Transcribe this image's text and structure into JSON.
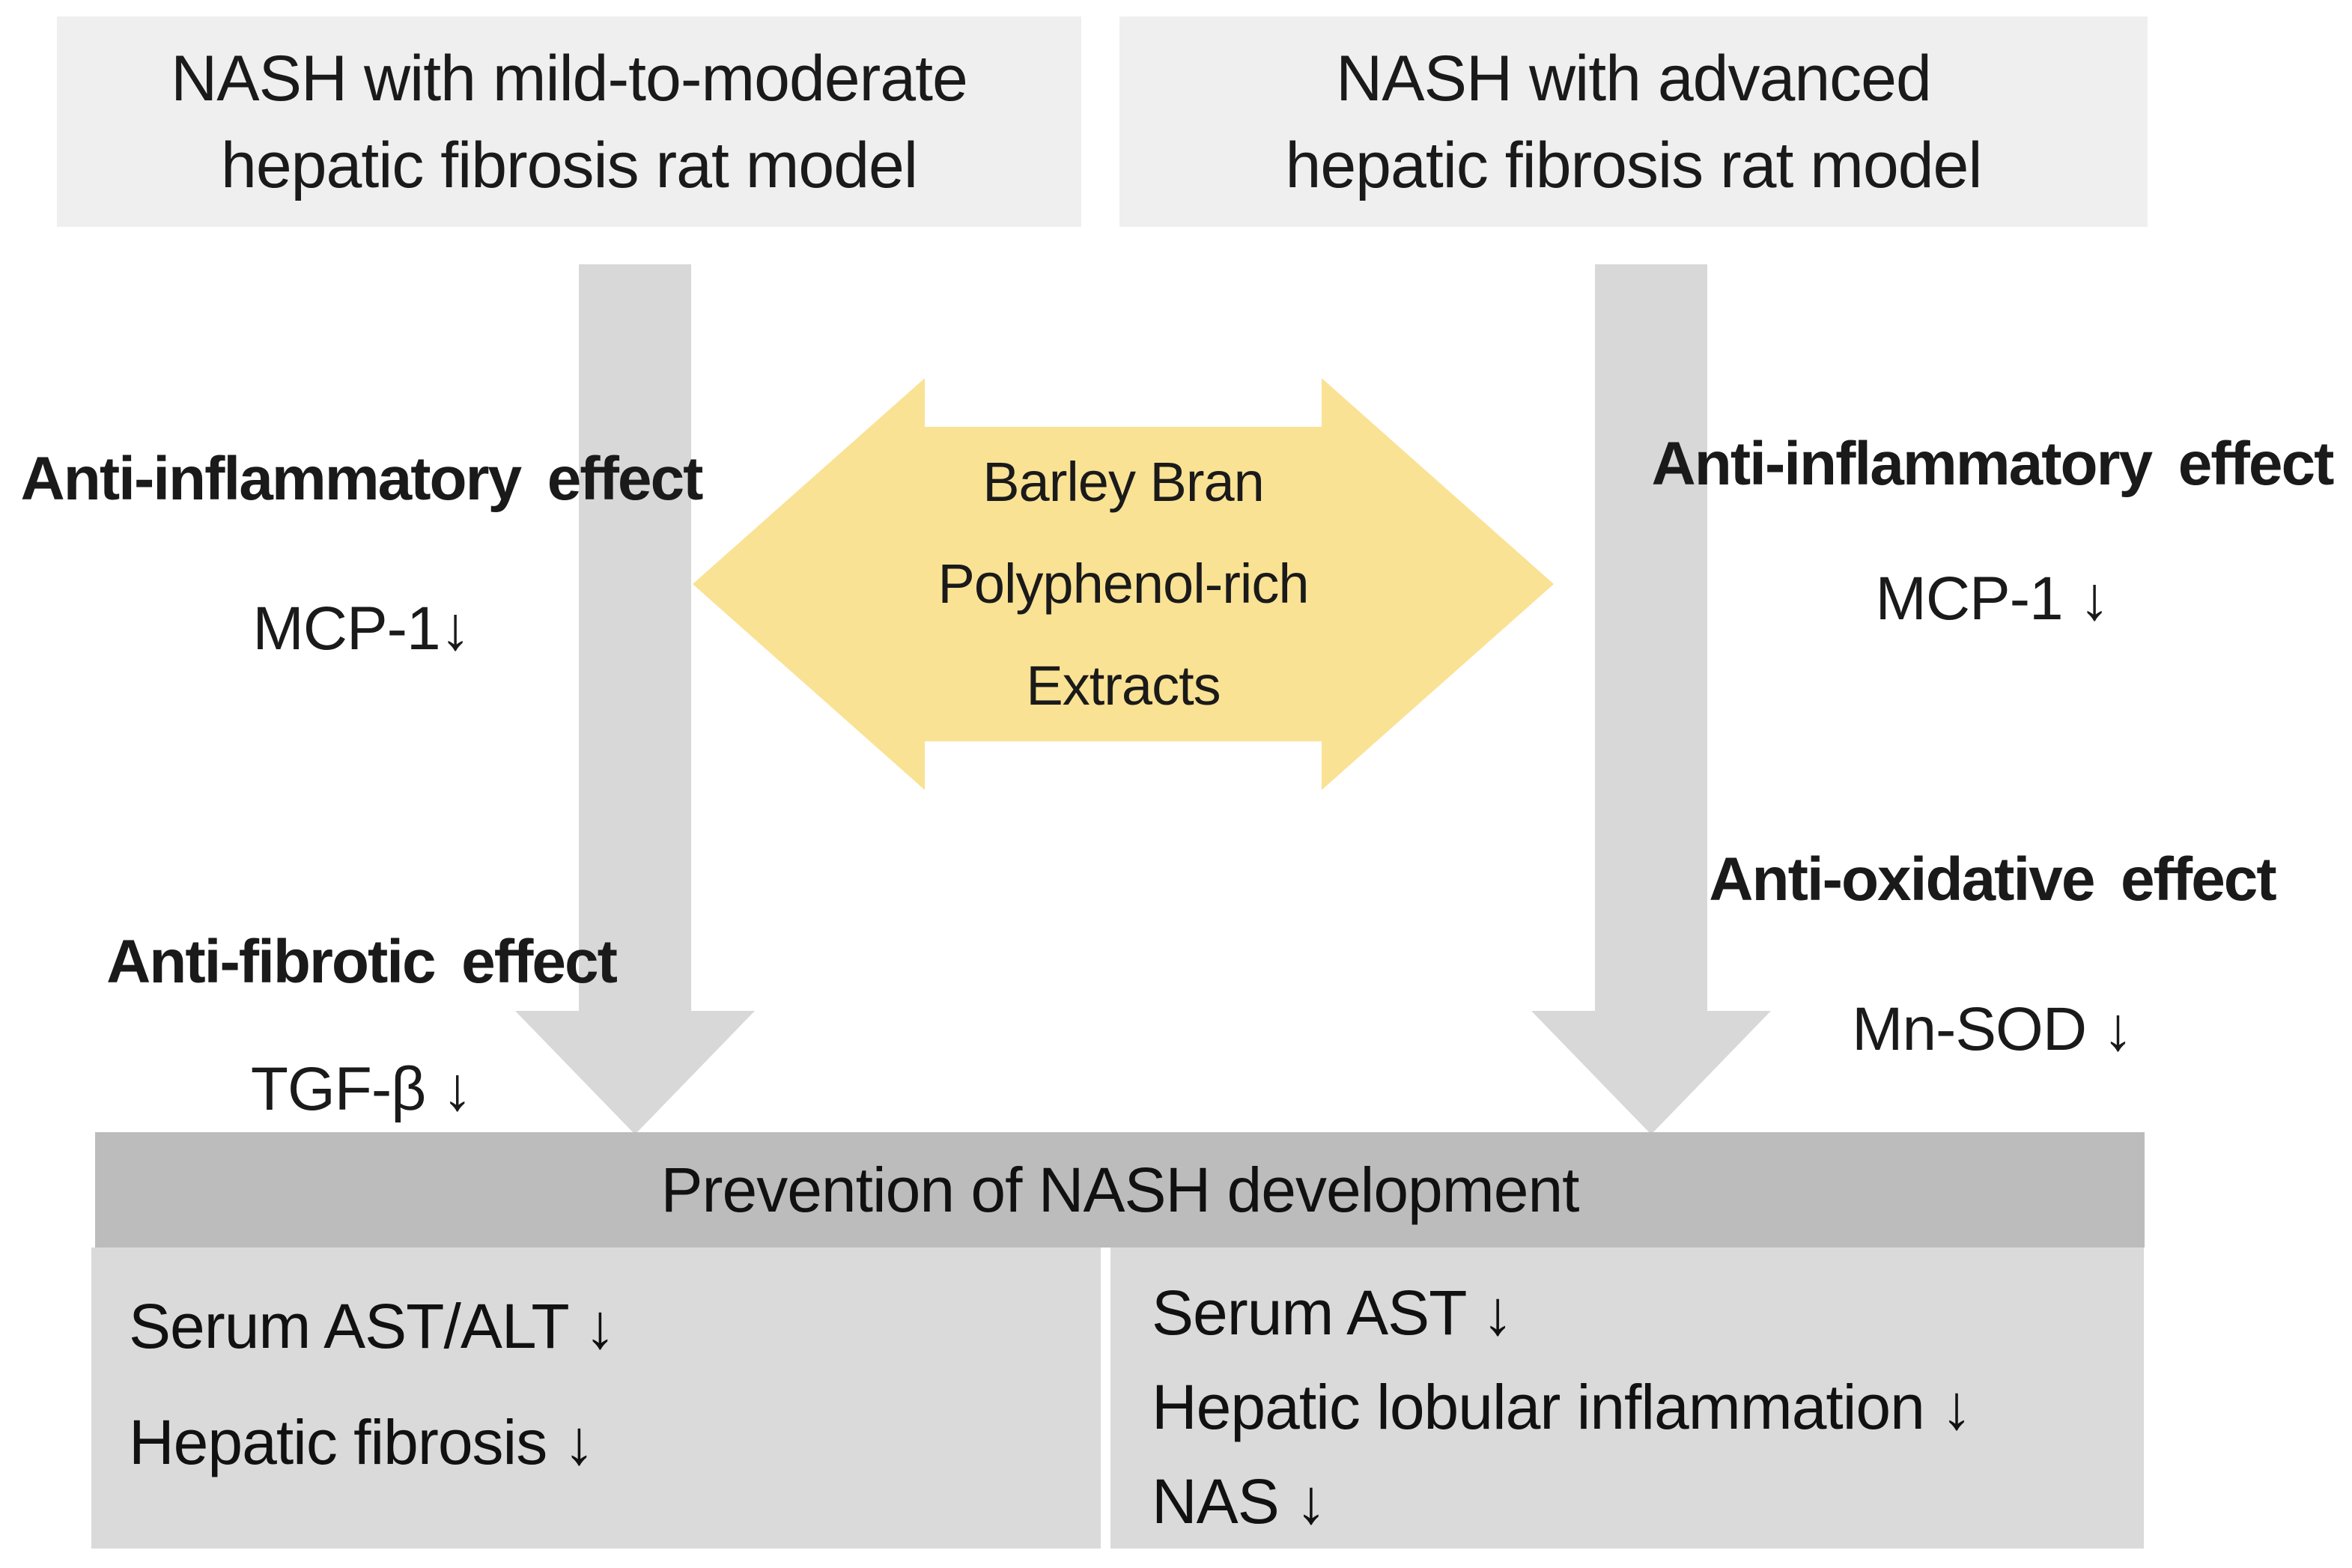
{
  "colors": {
    "background": "#ffffff",
    "model_box_gray": "#f0efef",
    "arrow_gray": "#d8d8d8",
    "extract_yellow": "#fae294",
    "outcome_header_gray": "#bcbcbc",
    "outcome_box_gray": "#dadada",
    "text": "#1a1a1a"
  },
  "models": {
    "left": {
      "line1": "NASH with mild-to-moderate",
      "line2": "hepatic fibrosis rat model"
    },
    "right": {
      "line1": "NASH with advanced",
      "line2": "hepatic fibrosis rat model"
    }
  },
  "center_arrow": {
    "line1": "Barley Bran",
    "line2": "Polyphenol-rich",
    "line3": "Extracts"
  },
  "left_effects": {
    "heading1": "Anti-inflammatory effect",
    "item1": "MCP-1↓",
    "heading2": "Anti-fibrotic effect",
    "item2": "TGF-β ↓"
  },
  "right_effects": {
    "heading1": "Anti-inflammatory effect",
    "item1": "MCP-1 ↓",
    "heading2": "Anti-oxidative effect",
    "item2": "Mn-SOD ↓"
  },
  "outcome": {
    "header": "Prevention of NASH development",
    "left_box": {
      "line1": "Serum AST/ALT ↓",
      "line2": "Hepatic fibrosis ↓"
    },
    "right_box": {
      "line1": "Serum AST ↓",
      "line2": "Hepatic lobular inflammation ↓",
      "line3": "NAS ↓"
    }
  }
}
